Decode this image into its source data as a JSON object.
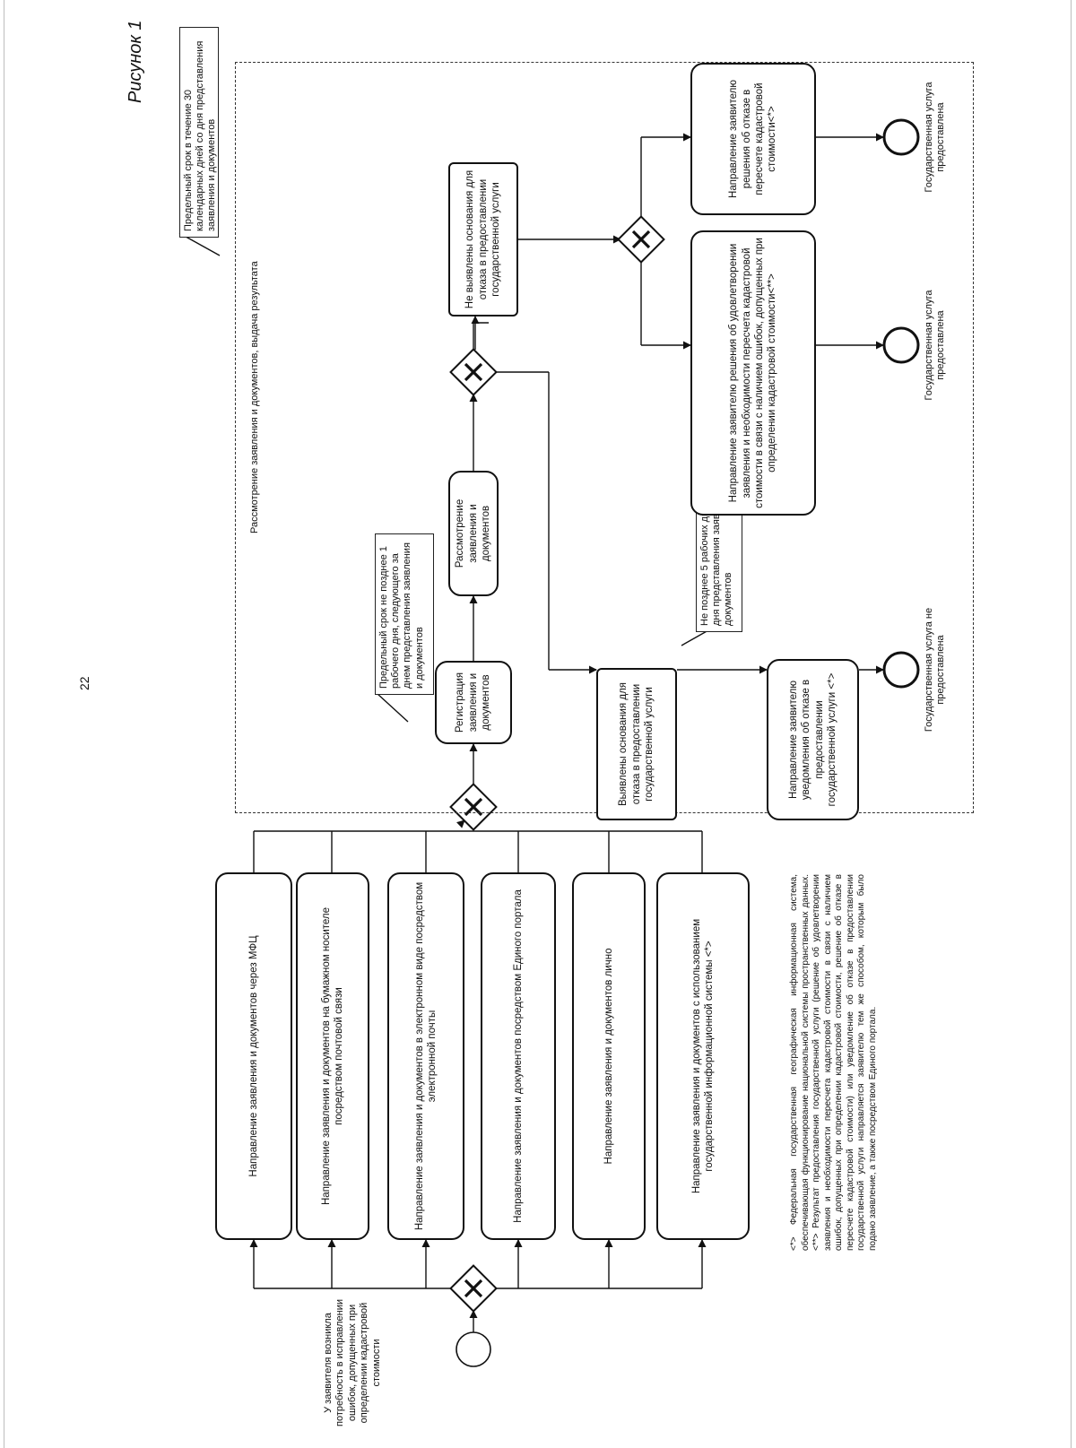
{
  "page_number": "22",
  "figure_title": "Рисунок 1",
  "start_event_label": "У заявителя возникла потребность в исправлении ошибок, допущенных при определении кадастровой стоимости",
  "channels": [
    "Направление заявления и документов через МФЦ",
    "Направление заявления и документов на бумажном носителе посредством почтовой связи",
    "Направление заявления и документов в электронном виде посредством электронной почты",
    "Направление заявления и документов посредством Единого портала",
    "Направление заявления и документов лично",
    "Направление заявления и документов с использованием государственной информационной системы <*>"
  ],
  "lane_title": "Рассмотрение заявления и документов, выдача результата",
  "deadline_total": "Предельный срок в течение 30 календарных дней со дня представления заявления и документов",
  "deadline_registration": "Предельный срок не позднее 1 рабочего дня, следующего за днем представления заявления и документов",
  "deadline_refusal": "Не позднее 5 рабочих дней со дня представления заявления и документов",
  "tasks": {
    "registration": "Регистрация заявления и документов",
    "review": "Рассмотрение заявления и документов",
    "no_grounds": "Не выявлены основания для отказа в предоставлении государственной услуги",
    "grounds_found": "Выявлены основания для отказа в предоставлении государственной услуги",
    "send_refusal_notice": "Направление заявителю уведомления об отказе в предоставлении государственной услуги <*>",
    "send_approval": "Направление заявителю решения об удовлетворении заявления и необходимости пересчета кадастровой стоимости в связи с наличием ошибок, допущенных при определении кадастровой стоимости<**>",
    "send_recalc_refusal": "Направление заявителю решения об отказе в пересчете кадастровой стоимости<*>"
  },
  "end_events": {
    "not_provided": "Государственная услуга не предоставлена",
    "provided_1": "Государственная услуга предоставлена",
    "provided_2": "Государственная услуга предоставлена"
  },
  "footnote": "<*> Федеральная государственная географическая информационная система, обеспечивающая функционирование национальной системы пространственных данных. <**> Результат предоставления государственной услуги (решение об удовлетворении заявления и необходимости пересчета кадастровой стоимости в связи с наличием ошибок, допущенных при определении кадастровой стоимости, решение об отказе в пересчете кадастровой стоимости) или уведомление об отказе в предоставлении государственной услуги направляется заявителю тем же способом, которым было подано заявление, а также посредством Единого портала."
}
